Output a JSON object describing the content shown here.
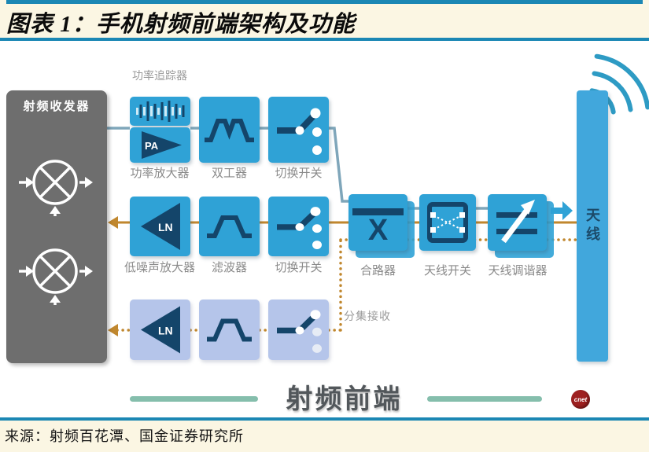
{
  "header": {
    "title": "图表 1：手机射频前端架构及功能"
  },
  "diagram": {
    "transceiver_label": "射频收发器",
    "tracker_label": "功率追踪器",
    "pa_abbr": "PA",
    "pa_label": "功率放大器",
    "duplexer_label": "双工器",
    "tx_switch_label": "切换开关",
    "lna_abbr": "LN",
    "lna_label": "低噪声放大器",
    "filter_label": "滤波器",
    "rx_switch_label": "切换开关",
    "div_lna_abbr": "LN",
    "diversity_label": "分集接收",
    "combiner_label": "合路器",
    "combiner_x": "X",
    "antenna_switch_label": "天线开关",
    "tuner_label": "天线调谐器",
    "antenna_label": "天线",
    "banner_label": "射频前端",
    "logo_text": "cnet"
  },
  "footer": {
    "source": "来源：射频百花潭、国金证券研究所"
  },
  "colors": {
    "accent_blue": "#1B87B4",
    "block_blue": "#2FA2D6",
    "icon_navy": "#14456A",
    "diversity_blue": "#B5C5EA",
    "line_orange": "#C0872E",
    "line_gray_blue": "#7FA6BA",
    "teal_line": "#85BEAC",
    "logo_red": "#9E2020"
  }
}
